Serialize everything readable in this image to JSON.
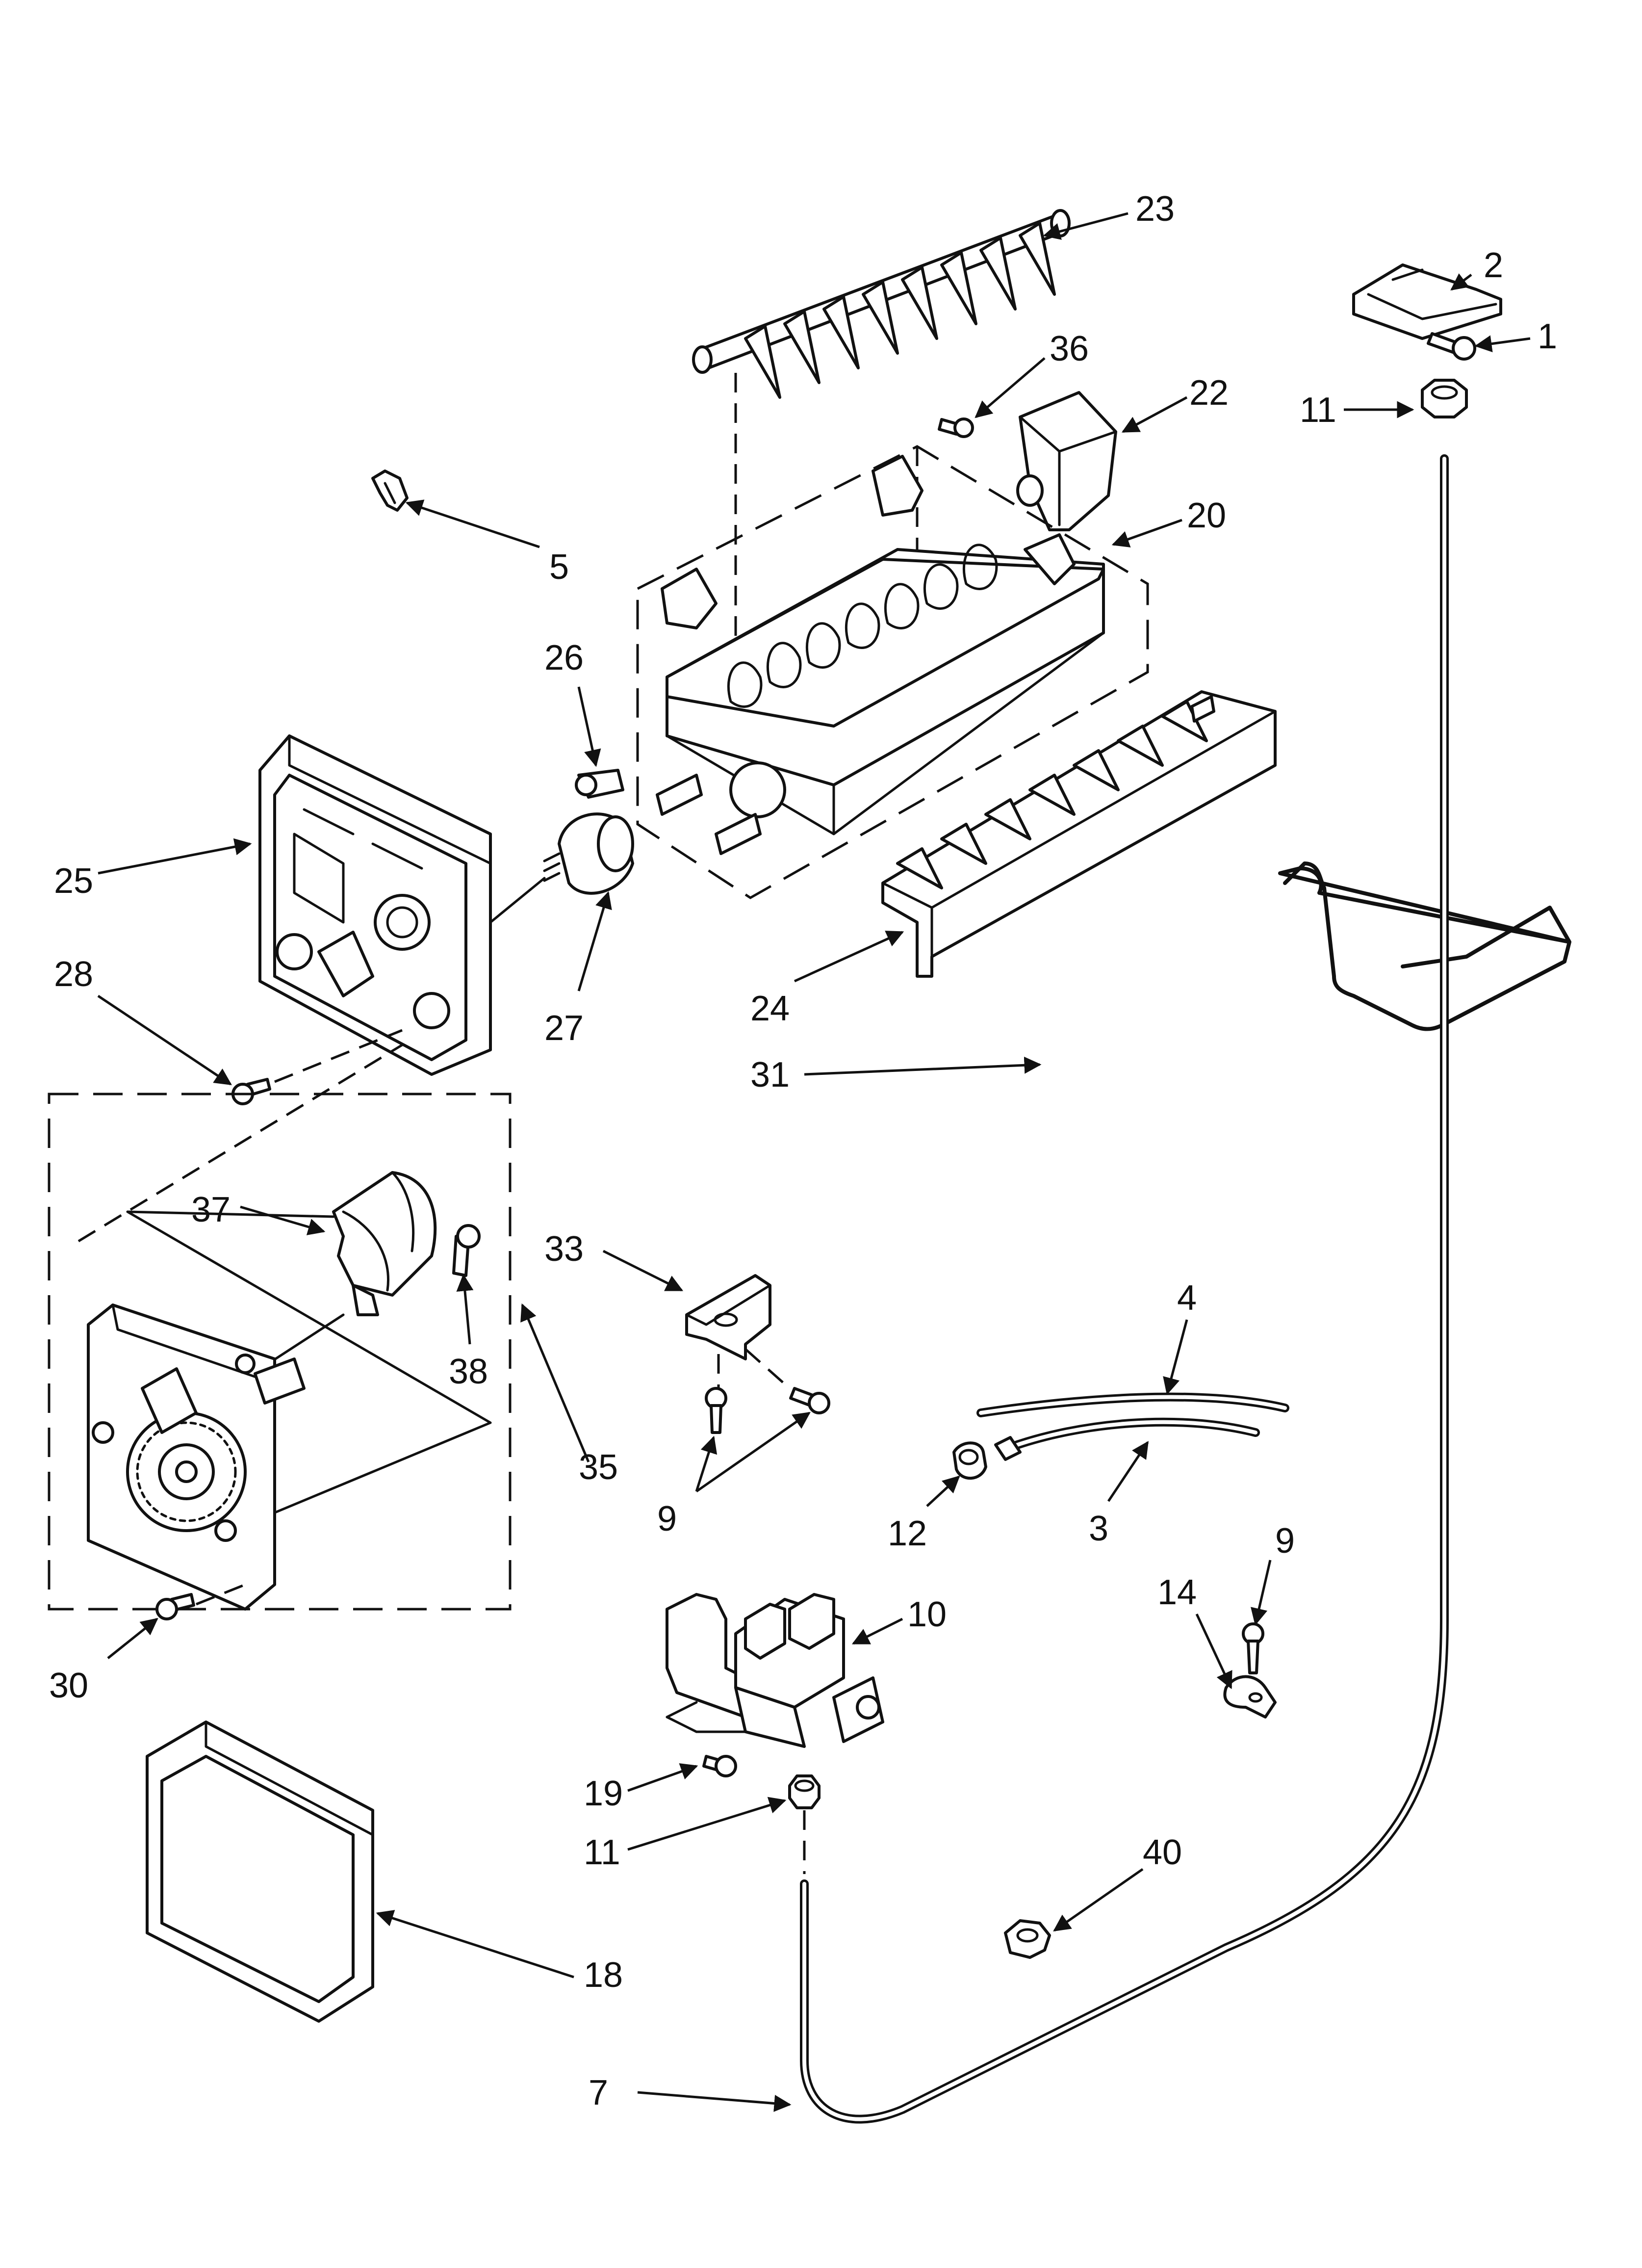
{
  "callouts": [
    "23",
    "2",
    "1",
    "36",
    "22",
    "11",
    "5",
    "20",
    "26",
    "25",
    "27",
    "28",
    "24",
    "31",
    "37",
    "33",
    "4",
    "38",
    "35",
    "9",
    "12",
    "3",
    "9",
    "14",
    "30",
    "10",
    "19",
    "11",
    "40",
    "18",
    "7"
  ]
}
